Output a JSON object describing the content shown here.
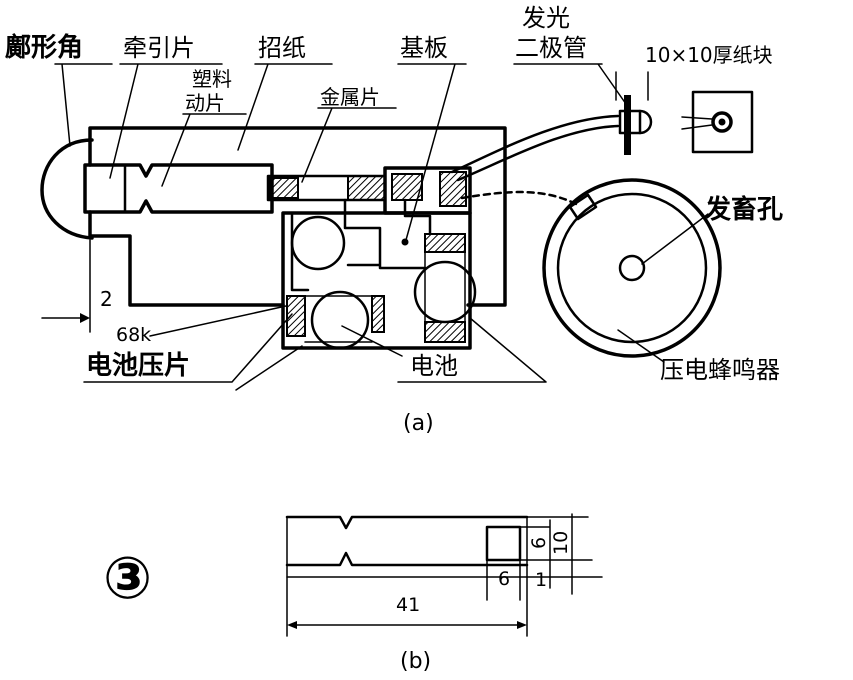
{
  "figure_a": {
    "caption": "(a)",
    "labels": {
      "horn": "鄺形角",
      "traction_strip": "牵引片",
      "label_paper": "招纸",
      "base_board": "基板",
      "led": [
        "发光",
        "二极管"
      ],
      "cardboard_block": "10×10厚纸块",
      "plastic_moving_strip": [
        "塑料",
        "动片"
      ],
      "metal_strip": "金属片",
      "sound_hole": "发畜孔",
      "dimension_label": "2",
      "resistor": "68k",
      "battery_clip": "电池压片",
      "battery": "电池",
      "piezo_buzzer": "压电蜂鸣器"
    }
  },
  "figure_number": "③",
  "figure_b": {
    "caption": "(b)",
    "dimensions": [
      "41",
      "6",
      "10",
      "6",
      "1"
    ]
  }
}
